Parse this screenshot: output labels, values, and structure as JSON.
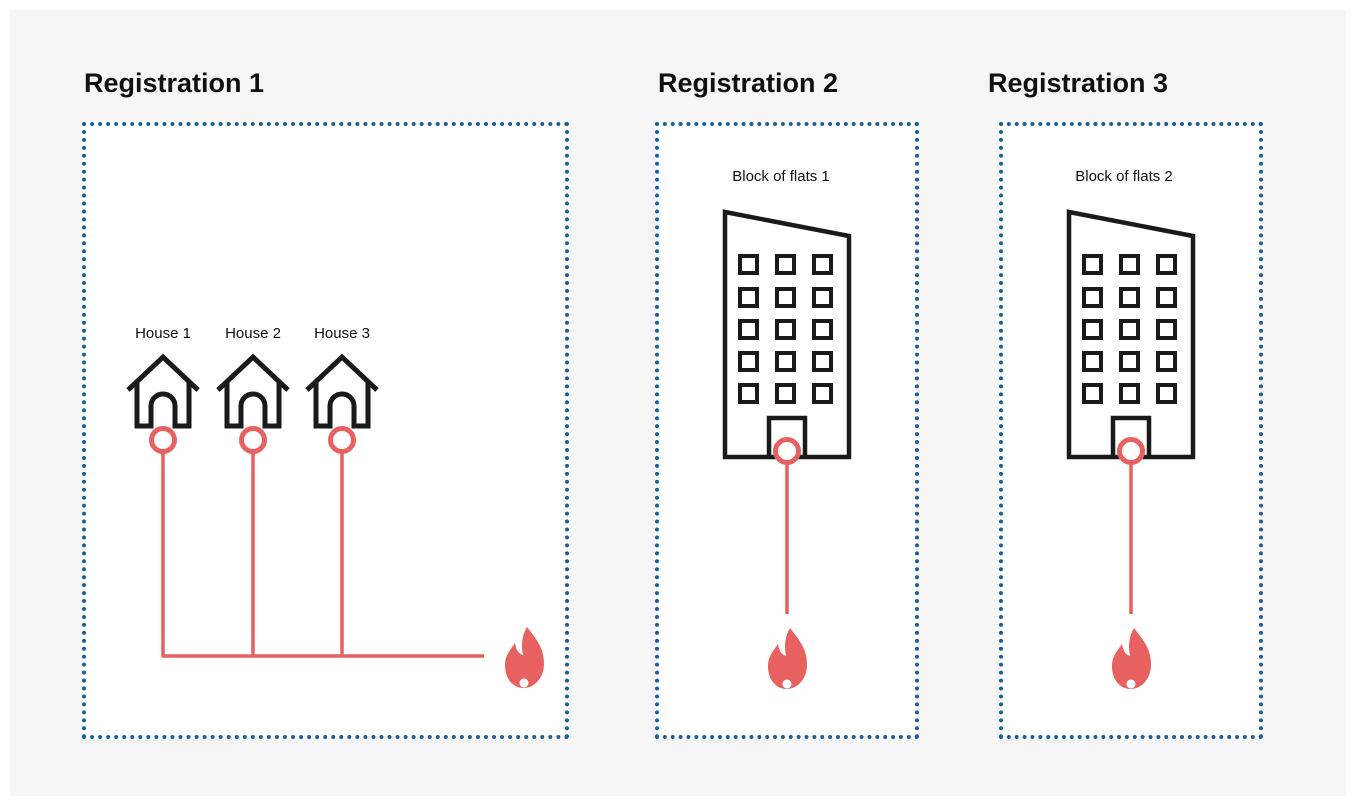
{
  "registrations": [
    {
      "title": "Registration 1",
      "houses": [
        {
          "label": "House 1"
        },
        {
          "label": "House 2"
        },
        {
          "label": "House 3"
        }
      ],
      "icons": [
        "house-icon",
        "connection-point-icon",
        "gas-line",
        "flame-icon"
      ]
    },
    {
      "title": "Registration 2",
      "building": {
        "label": "Block of flats 1"
      },
      "icons": [
        "apartment-building-icon",
        "connection-point-icon",
        "gas-line",
        "flame-icon"
      ]
    },
    {
      "title": "Registration 3",
      "building": {
        "label": "Block of flats 2"
      },
      "icons": [
        "apartment-building-icon",
        "connection-point-icon",
        "gas-line",
        "flame-icon"
      ]
    }
  ],
  "colors": {
    "background": "#f6f6f6",
    "box_border": "#1a5f9e",
    "icon_stroke": "#1a1a1a",
    "gas": "#e86161"
  }
}
